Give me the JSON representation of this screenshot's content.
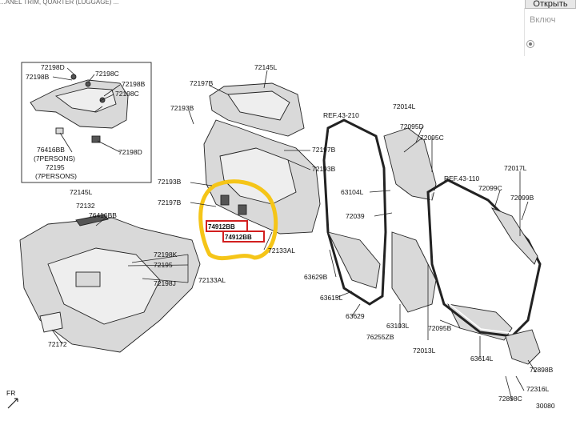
{
  "header": {
    "strip_text": "...ANEL TRIM, QUARTER (LUGGAGE) ...",
    "open_button": "Открыть",
    "toggle_label": "Включ"
  },
  "diagram": {
    "labels": {
      "p72198d_top": "72198D",
      "p72198b_top": "72198B",
      "p72198c_top": "72198C",
      "p72198b_r": "72198B",
      "p72198c_r": "72198C",
      "p72198d_r": "72198D",
      "p76416bb_box": "76416BB",
      "persons7": "(7PERSONS)",
      "p72195_box": "72195",
      "persons7b": "(7PERSONS)",
      "p72145l_box": "72145L",
      "p72145l": "72145L",
      "p72197b_a": "72197B",
      "p72193b_a": "72193B",
      "p72197b_b": "72197B",
      "p72193b_b": "72193B",
      "p72193b_c": "72193B",
      "p72197b_c": "72197B",
      "p74912bb_a": "74912BB",
      "p74912bb_b": "74912BB",
      "p72133al_a": "72133AL",
      "p72132": "72132",
      "p76416bb": "76416BB",
      "p72198k": "72198K",
      "p72195": "72195",
      "p72198j": "72198J",
      "p72133al_b": "72133AL",
      "p72172": "72172",
      "fr": "FR",
      "ref43210": "REF.43-210",
      "p72014l": "72014L",
      "p72095d": "72095D",
      "p72095c": "72095C",
      "p63104l": "63104L",
      "p72039": "72039",
      "p63629b": "63629B",
      "p63615l": "63615L",
      "p63629": "63629",
      "p63103l": "63103L",
      "p76255zb": "76255ZB",
      "p72013l": "72013L",
      "p72095b": "72095B",
      "ref43110": "REF.43-110",
      "p72017l": "72017L",
      "p72099c": "72099C",
      "p72099b": "72099B",
      "p63614l": "63614L",
      "p72898b": "72898B",
      "p72316l": "72316L",
      "p72898c": "72898C",
      "p0080": "30080"
    },
    "highlight_color": "#f5c518",
    "callout_color": "#d21f1f"
  }
}
